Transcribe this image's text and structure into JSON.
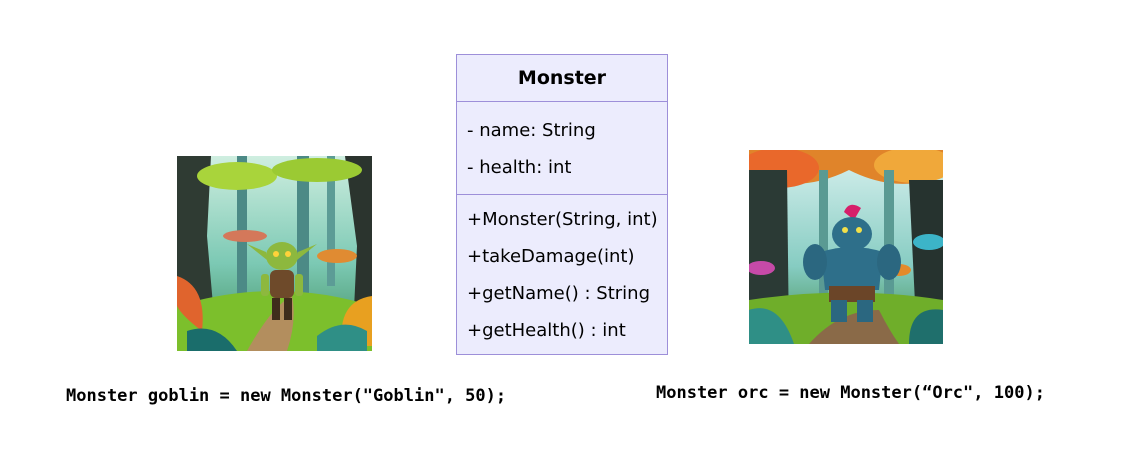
{
  "uml_class": {
    "name": "Monster",
    "attributes": [
      "- name: String",
      "- health:  int"
    ],
    "methods": [
      "+Monster(String, int)",
      "+takeDamage(int)",
      "+getName() : String",
      "+getHealth() : int"
    ]
  },
  "instances": [
    {
      "code": "Monster goblin = new Monster(\"Goblin\", 50);",
      "image": "goblin-in-forest-illustration"
    },
    {
      "code": "Monster orc = new Monster(“Orc\", 100);",
      "image": "orc-in-forest-illustration"
    }
  ],
  "colors": {
    "class_fill": "#ececfd",
    "class_border": "#9d8fd9"
  }
}
